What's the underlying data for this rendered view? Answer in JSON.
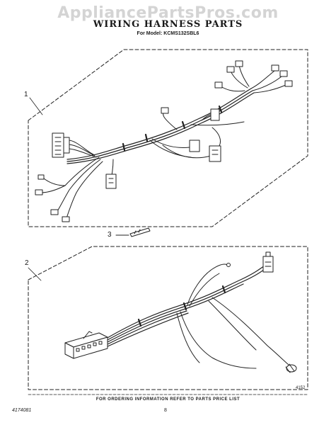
{
  "watermark": "AppliancePartsPros.com",
  "title": "WIRING HARNESS PARTS",
  "model_line": "For Model: KCMS132SBL6",
  "callouts": {
    "one": "1",
    "two": "2",
    "three": "3"
  },
  "footer": {
    "ordering_note": "FOR ORDERING INFORMATION REFER TO PARTS PRICE LIST",
    "left_code": "4174081",
    "page_number": "8",
    "figure_code": "4152"
  }
}
